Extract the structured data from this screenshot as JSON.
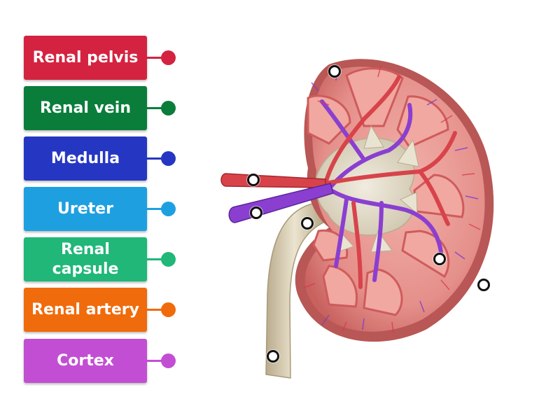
{
  "labels": [
    {
      "text": "Renal pelvis",
      "color": "#d42340"
    },
    {
      "text": "Renal vein",
      "color": "#0a7d3b"
    },
    {
      "text": "Medulla",
      "color": "#2537c2"
    },
    {
      "text": "Ureter",
      "color": "#1ea0e0"
    },
    {
      "text": "Renal\ncapsule",
      "color": "#20b779"
    },
    {
      "text": "Renal artery",
      "color": "#f06b0c"
    },
    {
      "text": "Cortex",
      "color": "#c24fd3"
    }
  ],
  "colors": {
    "capsule": "#b85755",
    "cortex": "#e58f8a",
    "medulla_pyramid": "#f0a8a0",
    "pelvis": "#ddd6c2",
    "ureter": "#d9cdb2",
    "artery": "#d8434a",
    "vein": "#8a3fd1",
    "hotspot_fill": "#ffffff",
    "hotspot_border": "#111111"
  },
  "hotspot_count": 7
}
